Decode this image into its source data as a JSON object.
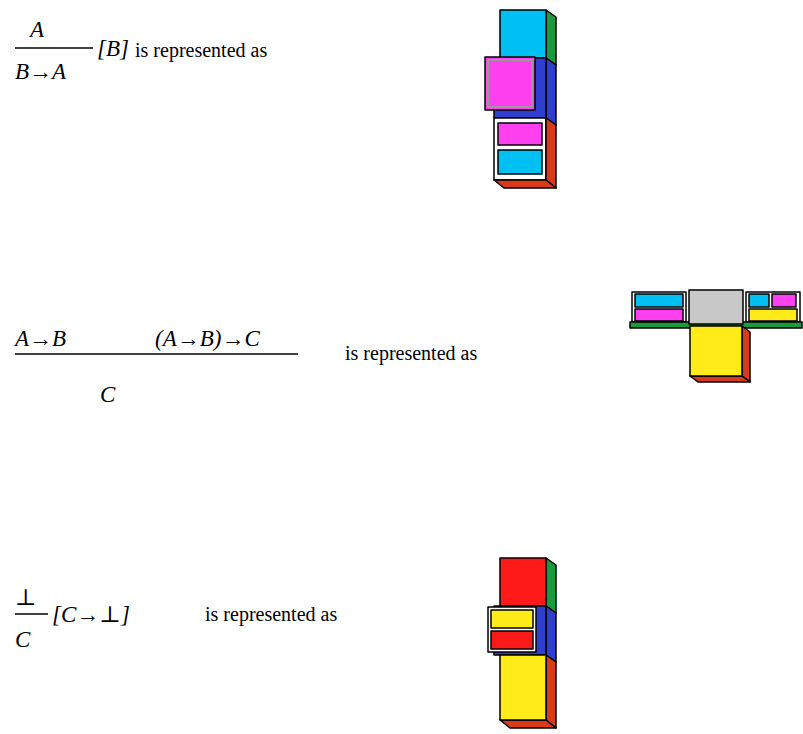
{
  "diagram": {
    "labels": [
      "A",
      "[B]",
      "B→A",
      "is represented as",
      "A→B",
      "(A→B)→C",
      "C",
      "is represented as",
      "⊥",
      "[C→⊥]",
      "C",
      "is represented as"
    ]
  }
}
